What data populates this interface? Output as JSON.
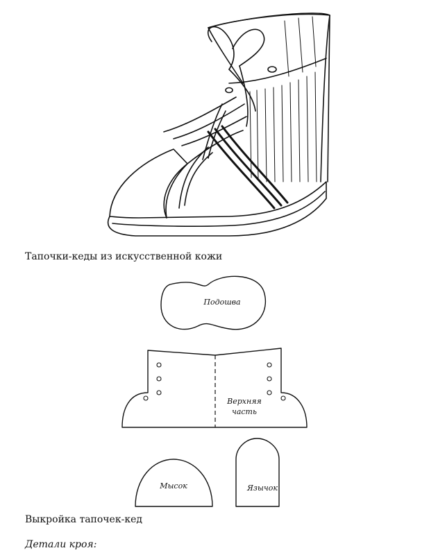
{
  "captions": {
    "illustration": "Тапочки-кеды из искусственной кожи",
    "pattern": "Выкройка тапочек-кед",
    "parts": "Детали кроя:"
  },
  "pieces": {
    "sole": "Подошва",
    "upper_line1": "Верхняя",
    "upper_line2": "часть",
    "toe": "Мысок",
    "tongue": "Язычок"
  },
  "icons": [
    "sneaker-illustration",
    "lace-hole-icon"
  ]
}
